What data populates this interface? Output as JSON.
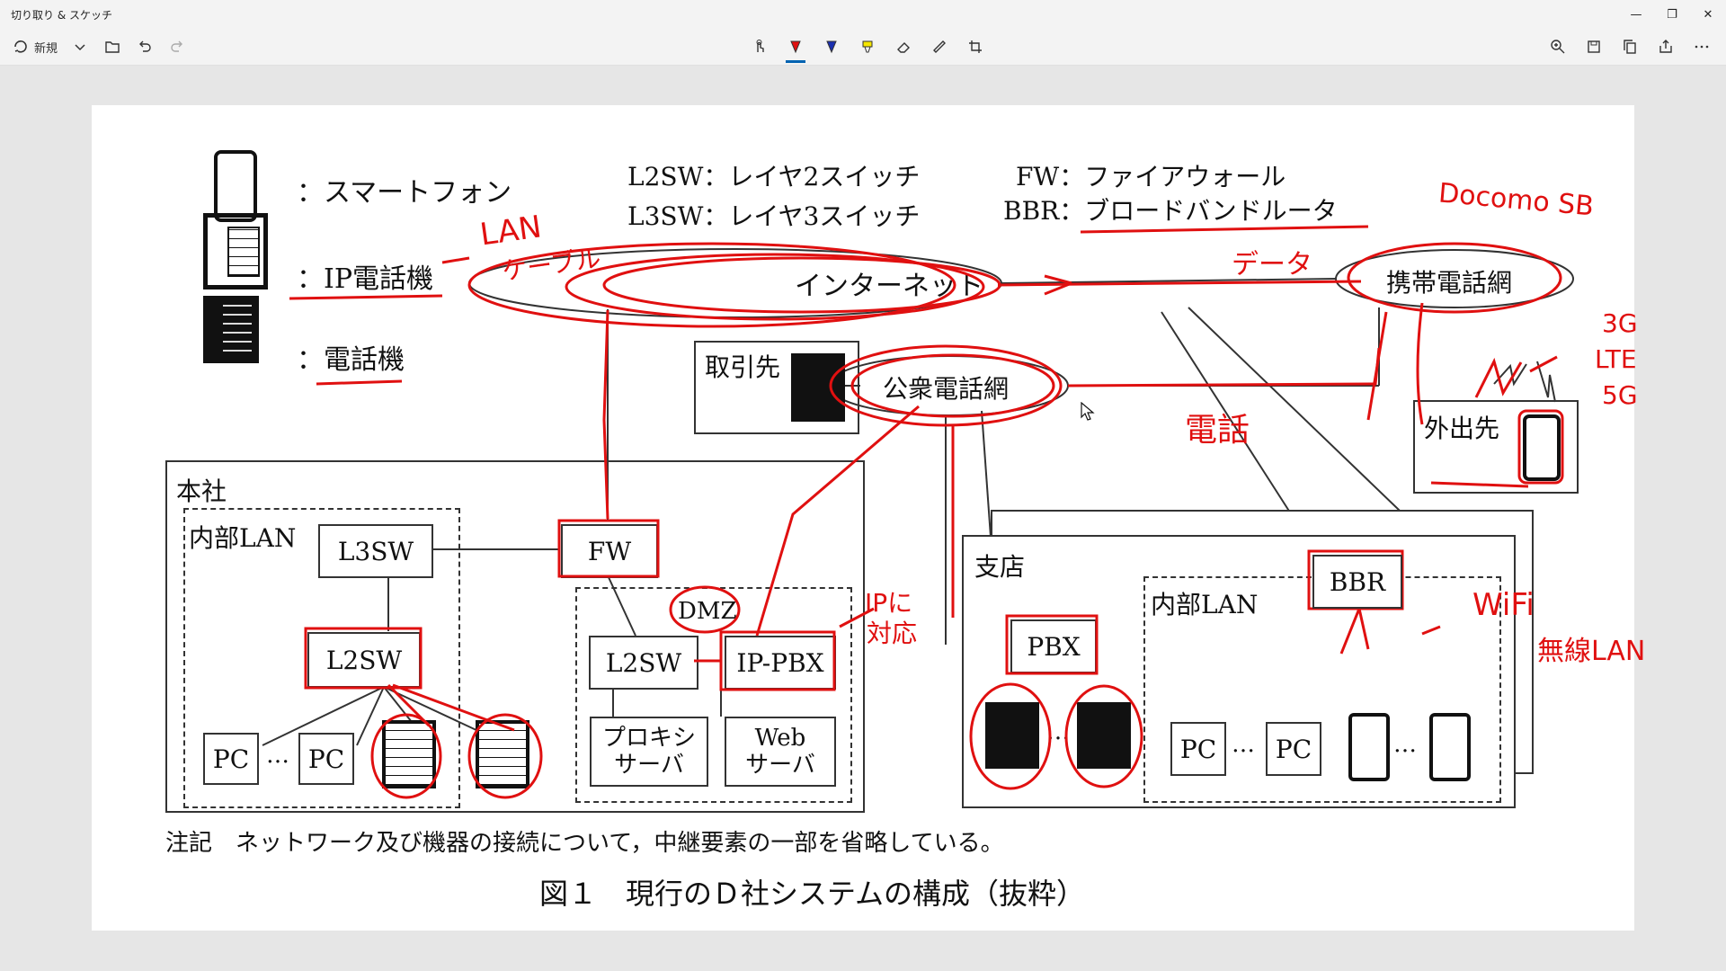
{
  "app": {
    "title": "切り取り & スケッチ"
  },
  "toolbar": {
    "new_label": "新規"
  },
  "legend": {
    "smartphone": "：スマートフォン",
    "ip_phone": "：IP電話機",
    "phone": "：電話機",
    "l2sw": "L2SW：レイヤ2スイッチ",
    "l3sw": "L3SW：レイヤ3スイッチ",
    "fw": "FW：ファイアウォール",
    "bbr": "BBR：ブロードバンドルータ"
  },
  "diagram": {
    "internet": "インターネット",
    "mobile_net": "携帯電話網",
    "public_phone_net": "公衆電話網",
    "client": "取引先",
    "outside": "外出先",
    "hq": "本社",
    "internal_lan": "内部LAN",
    "l3sw": "L3SW",
    "l2sw": "L2SW",
    "fw": "FW",
    "dmz": "DMZ",
    "dmz_l2sw": "L2SW",
    "ip_pbx": "IP-PBX",
    "proxy": "プロキシ\nサーバ",
    "web": "Web\nサーバ",
    "pc": "PC",
    "ellipsis": "…",
    "branch": "支店",
    "branch_lan": "内部LAN",
    "bbr": "BBR",
    "pbx": "PBX",
    "note": "注記　ネットワーク及び機器の接続について，中継要素の一部を省略している。",
    "caption": "図１　現行のＤ社システムの構成（抜粋）"
  },
  "annotations": {
    "lan_cable_1": "LAN",
    "lan_cable_2": "ケーブル",
    "data": "データ",
    "carriers": "Docomo SB",
    "g3": "3G",
    "lte": "LTE",
    "g5": "5G",
    "denwa": "電話",
    "ip_support_1": "IPに",
    "ip_support_2": "対応",
    "wifi": "WiFi",
    "wireless_lan": "無線LAN"
  },
  "colors": {
    "ink_red": "#e01010",
    "toolbar_bg": "#f3f3f3",
    "canvas_bg": "#e6e6e6",
    "accent": "#0063b1"
  }
}
